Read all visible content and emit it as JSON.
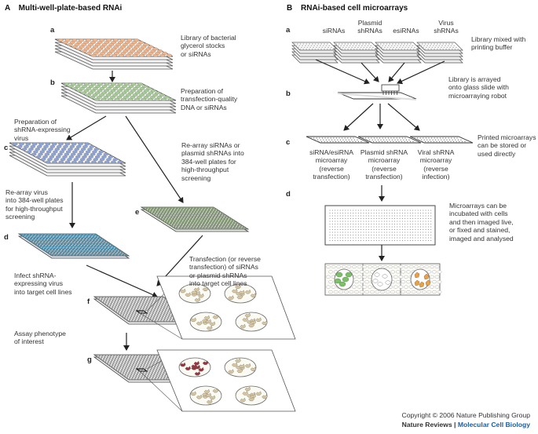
{
  "panel_a": {
    "letter": "A",
    "title": "Multi-well-plate-based RNAi",
    "steps": [
      "a",
      "b",
      "c",
      "d",
      "e",
      "f",
      "g"
    ],
    "texts": {
      "library": "Library of bacterial\nglycerol stocks\nor siRNAs",
      "prep_dna": "Preparation of\ntransfection-quality\nDNA or siRNAs",
      "prep_virus": "Preparation of\nshRNA-expressing\nvirus",
      "rearray_sirna": "Re-array siRNAs or\nplasmid shRNAs into\n384-well plates for\nhigh-throughput\nscreening",
      "rearray_virus": "Re-array virus\ninto 384-well plates\nfor high-throughput\nscreening",
      "infect": "Infect shRNA-\nexpressing virus\ninto target cell lines",
      "transfection": "Transfection (or reverse\ntransfection) of siRNAs\nor plasmid shRNAs\ninto target cell lines",
      "assay": "Assay phenotype\nof interest"
    }
  },
  "panel_b": {
    "letter": "B",
    "title": "RNAi-based cell microarrays",
    "steps": [
      "a",
      "b",
      "c",
      "d"
    ],
    "libraries": [
      "siRNAs",
      "Plasmid\nshRNAs",
      "esiRNAs",
      "Virus\nshRNAs"
    ],
    "texts": {
      "mixed": "Library mixed with\nprinting buffer",
      "arrayed": "Library is arrayed\nonto glass slide with\nmicroarraying robot",
      "printed": "Printed microarrays\ncan be stored or\nused directly",
      "incubated": "Microarrays can be\nincubated with cells\nand then imaged live,\nor fixed and stained,\nimaged and analysed"
    },
    "arrays": [
      "siRNA/esiRNA\nmicroarray\n(reverse\ntransfection)",
      "Plasmid shRNA\nmicroarray\n(reverse\ntransfection)",
      "Viral shRNA\nmicroarray\n(reverse\ninfection)"
    ]
  },
  "footer": {
    "copyright": "Copyright © 2006 Nature Publishing Group",
    "journal": "Nature Reviews",
    "separator": " | ",
    "subjournal": "Molecular Cell Biology"
  },
  "colors": {
    "orange_well": "#f0b48a",
    "green_well": "#a8cc98",
    "blue_well": "#8fa4d4",
    "teal_well": "#3f8fb4",
    "olive_well": "#7d9a6a",
    "cell_green": "#7cc06a",
    "cell_red": "#9a3440",
    "cell_orange": "#e6a24a"
  }
}
